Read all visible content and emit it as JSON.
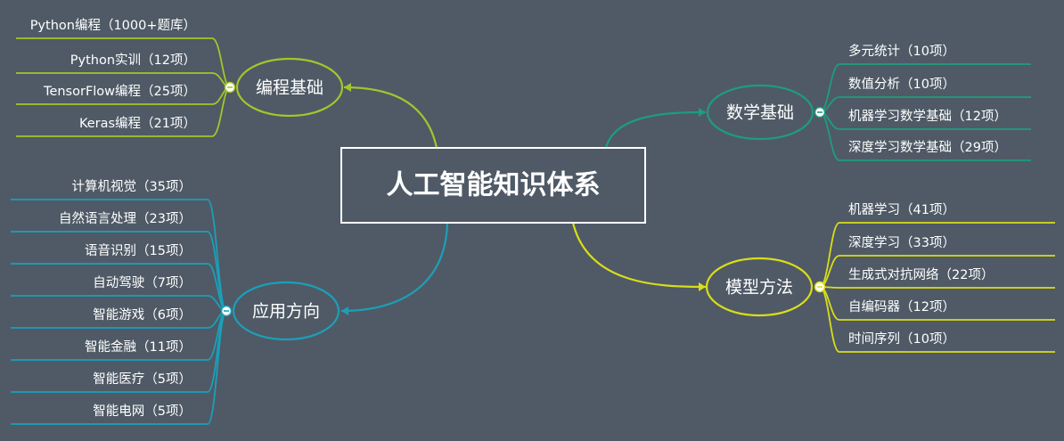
{
  "center": {
    "title": "人工智能知识体系"
  },
  "colors": {
    "background": "#4f5a66",
    "programming": "#a2c62c",
    "math": "#1e9c7d",
    "application": "#1aa0b8",
    "model": "#d9dd19",
    "text": "#ffffff",
    "center_border": "#ffffff"
  },
  "branches": {
    "programming": {
      "label": "编程基础",
      "items": [
        "Python编程（1000+题库）",
        "Python实训（12项）",
        "TensorFlow编程（25项）",
        "Keras编程（21项）"
      ]
    },
    "math": {
      "label": "数学基础",
      "items": [
        "多元统计（10项）",
        "数值分析（10项）",
        "机器学习数学基础（12项）",
        "深度学习数学基础（29项）"
      ]
    },
    "application": {
      "label": "应用方向",
      "items": [
        "计算机视觉（35项）",
        "自然语言处理（23项）",
        "语音识别（15项）",
        "自动驾驶（7项）",
        "智能游戏（6项）",
        "智能金融（11项）",
        "智能医疗（5项）",
        "智能电网（5项）"
      ]
    },
    "model": {
      "label": "模型方法",
      "items": [
        "机器学习（41项）",
        "深度学习（33项）",
        "生成式对抗网络（22项）",
        "自编码器（12项）",
        "时间序列（10项）"
      ]
    }
  }
}
